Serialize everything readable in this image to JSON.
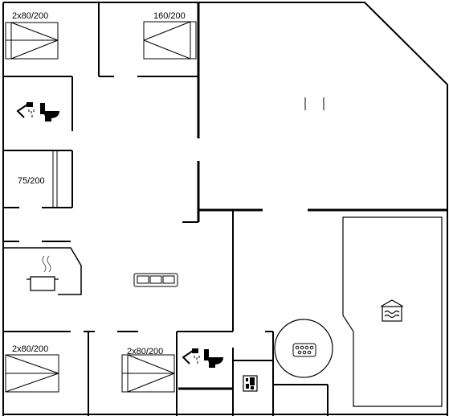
{
  "rooms": {
    "bedroom_top_left": {
      "bed_label": "2x80/200"
    },
    "bedroom_top_mid": {
      "bed_label": "160/200"
    },
    "bedroom_small": {
      "bed_label": "75/200"
    },
    "bedroom_bottom_left": {
      "bed_label": "2x80/200"
    },
    "bedroom_bottom_mid": {
      "bed_label": "2x80/200"
    }
  },
  "icons": [
    "shower-icon",
    "toilet-icon",
    "shower-icon",
    "toilet-icon",
    "cooking-pot-icon",
    "sofa-icon",
    "pool-icon",
    "whirlpool-icon",
    "washer-icon"
  ]
}
